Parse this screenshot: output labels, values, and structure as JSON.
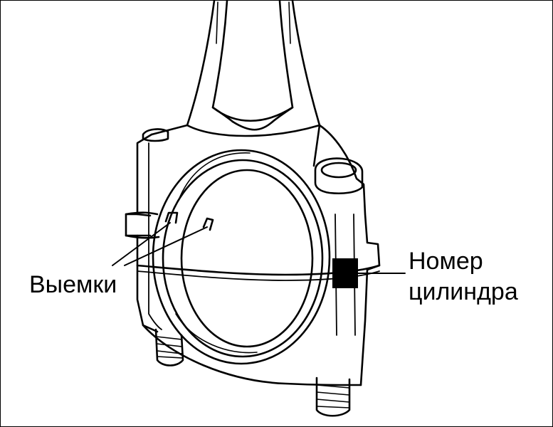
{
  "labels": {
    "notches": "Выемки",
    "cylinder_number_line1": "Номер",
    "cylinder_number_line2": "цилиндра"
  },
  "colors": {
    "ink": "#000000",
    "paper": "#ffffff"
  }
}
